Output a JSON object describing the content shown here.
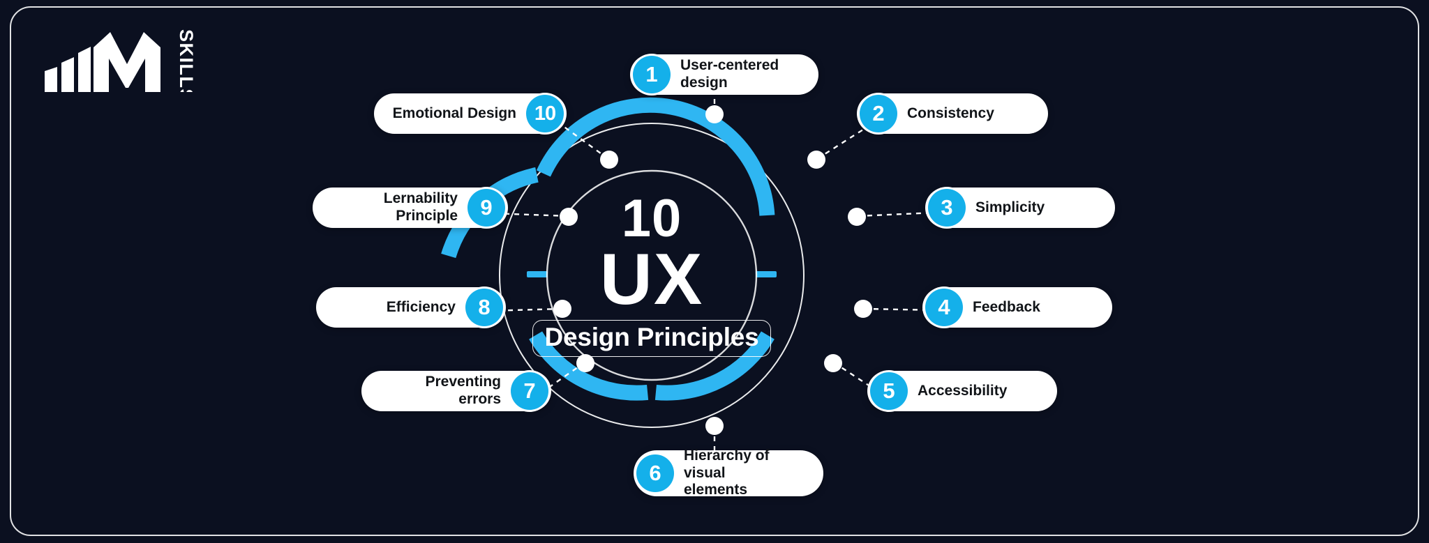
{
  "brand": {
    "logo_mark": "bar-chart-m-logo",
    "logo_text": "SKILLS"
  },
  "center": {
    "count": "10",
    "title": "UX",
    "subtitle": "Design Principles"
  },
  "colors": {
    "accent_cyan": "#14b0ea",
    "ring_cyan": "#2fb6f2",
    "pill_white": "#ffffff",
    "text_dark": "#111418",
    "background_navy": "#0e2246",
    "frame_border": "#ffffff"
  },
  "principles": [
    {
      "number": "1",
      "label": "User-centered design",
      "side": "top"
    },
    {
      "number": "2",
      "label": "Consistency",
      "side": "right"
    },
    {
      "number": "3",
      "label": "Simplicity",
      "side": "right"
    },
    {
      "number": "4",
      "label": "Feedback",
      "side": "right"
    },
    {
      "number": "5",
      "label": "Accessibility",
      "side": "right"
    },
    {
      "number": "6",
      "label": "Hierarchy of visual\nelements",
      "side": "bottom"
    },
    {
      "number": "7",
      "label": "Preventing errors",
      "side": "left"
    },
    {
      "number": "8",
      "label": "Efficiency",
      "side": "left"
    },
    {
      "number": "9",
      "label": "Lernability Principle",
      "side": "left"
    },
    {
      "number": "10",
      "label": "Emotional Design",
      "side": "left"
    }
  ]
}
